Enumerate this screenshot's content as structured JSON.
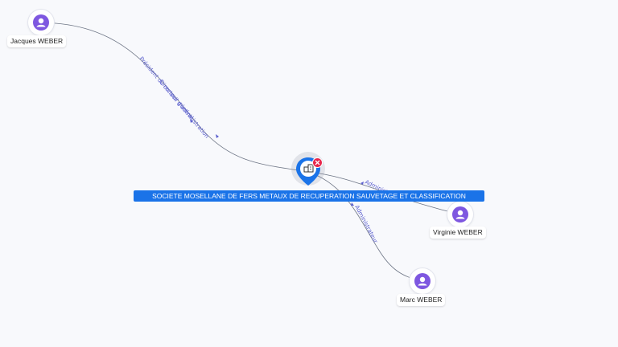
{
  "company": {
    "name": "SOCIETE MOSELLANE DE FERS METAUX DE RECUPERATION SAUVETAGE ET CLASSIFICATION",
    "icon": "building-icon",
    "badge_icon": "close-icon",
    "pin_color": "#1a73e8",
    "badge_color": "#e8264b"
  },
  "people": [
    {
      "name": "Jacques WEBER",
      "icon": "person-icon"
    },
    {
      "name": "Virginie WEBER",
      "icon": "person-icon"
    },
    {
      "name": "Marc WEBER",
      "icon": "person-icon"
    }
  ],
  "edges": [
    {
      "from": "Jacques WEBER",
      "roles": [
        "Président du conseil d'administration",
        "Directeur général"
      ]
    },
    {
      "from": "Virginie WEBER",
      "roles": [
        "Administrateur"
      ]
    },
    {
      "from": "Marc WEBER",
      "roles": [
        "Administrateur"
      ]
    }
  ],
  "colors": {
    "person_icon": "#7e57e0",
    "edge_label": "#5b5fcf",
    "edge_line": "#6e7686",
    "background": "#f8f9fc"
  }
}
